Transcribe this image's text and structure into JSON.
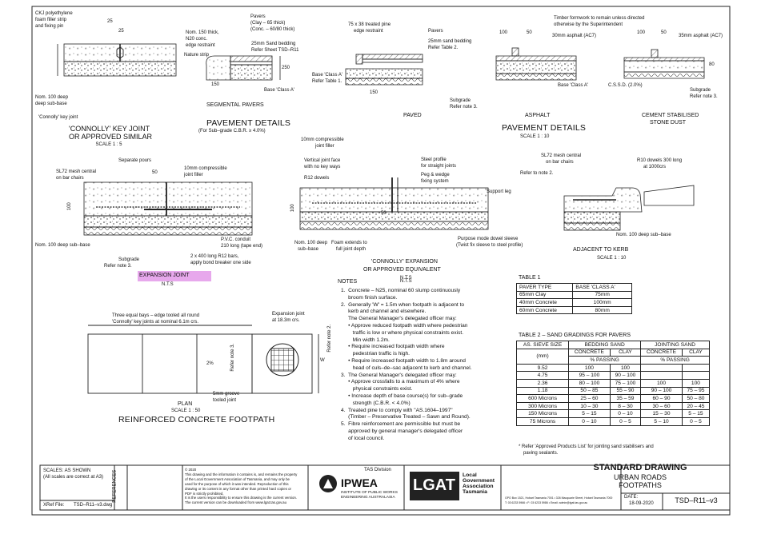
{
  "colors": {
    "line": "#222222",
    "highlight": "#e7a8ec",
    "paper": "#ffffff"
  },
  "connolly_joint": {
    "filler": "CKJ polyethylene",
    "filler2": "foam filler strip",
    "filler3": "and fixing pin",
    "dim25a": "25",
    "dim25b": "25",
    "sub1": "Nom. 100 deep",
    "sub2": "deep sub-base",
    "key": "'Connolly' key joint",
    "title1": "'CONNOLLY' KEY JOINT",
    "title2": "OR APPROVED SIMILAR",
    "scale": "SCALE 1 : 5"
  },
  "segmental": {
    "pavers1": "Pavers",
    "pavers2": "(Clay – 65 thick)",
    "pavers3": "(Conc. – 60/80 thick)",
    "nom150a": "Nom. 150 thick,",
    "nom150b": "N20 conc.",
    "nom150c": "edge restraint",
    "nature": "Nature strip",
    "bed1": "25mm Sand bedding",
    "bed2": "Refer Sheet TSD–R11",
    "d150": "150",
    "d250": "250",
    "base": "Base 'Class A'",
    "title": "SEGMENTAL PAVERS"
  },
  "paved": {
    "restraint1": "75 x 38 treated pine",
    "restraint2": "edge restraint",
    "pavers": "Pavers",
    "bed1": "25mm sand bedding",
    "bed2": "Refer Table 2.",
    "base1": "Base 'Class A'",
    "base2": "Refer Table 1.",
    "d150": "150",
    "sub1": "Subgrade",
    "sub2": "Refer note 3.",
    "title": "PAVED"
  },
  "pavement_details_left": {
    "title": "PAVEMENT DETAILS",
    "sub": "(For Sub–grade C.B.R. ≥ 4.0%)"
  },
  "asphalt": {
    "timber1": "Timber formwork to remain unless directed",
    "timber2": "otherwise by the Superintendent",
    "d100": "100",
    "d50": "50",
    "asph": "30mm asphalt (AC7)",
    "base": "Base 'Class A'",
    "title": "ASPHALT"
  },
  "cement": {
    "d100": "100",
    "d50": "50",
    "asph": "35mm asphalt (AC7)",
    "cssd": "C.S.S.D. (2.0%)",
    "d80": "80",
    "sub1": "Subgrade",
    "sub2": "Refer note 3.",
    "title1": "CEMENT STABILISED",
    "title2": "STONE DUST"
  },
  "pavement_details_right": {
    "title": "PAVEMENT DETAILS",
    "scale": "SCALE 1 : 10"
  },
  "expansion_joint": {
    "pours": "Separate pours",
    "d50": "50",
    "filler1": "10mm compressible",
    "filler2": "joint filler",
    "mesh1": "SL72 mesh central",
    "mesh2": "on bar chairs",
    "d100": "100",
    "sub": "Nom. 100 deep sub–base",
    "pvc1": "P.V.C. conduit",
    "pvc2": "210 long (tape end)",
    "bars1": "2 x 400 long R12 bars,",
    "bars2": "apply bond breaker one side",
    "subg1": "Subgrade",
    "subg2": "Refer note 3.",
    "title": "EXPANSION JOINT",
    "scale": "N.T.S"
  },
  "connolly_expansion": {
    "filler1": "10mm compressible",
    "filler2": "joint filler",
    "vert1": "Vertical joint face",
    "vert2": "with no key ways",
    "dowels": "R12 dowels",
    "steel1": "Steel profile",
    "steel2": "for straight joints",
    "peg1": "Peg & wedge",
    "peg2": "fixing system",
    "leg": "Support leg",
    "d100": "100",
    "d50": "50",
    "sub1": "Nom. 100 deep",
    "sub2": "sub–base",
    "foam1": "Foam extends to",
    "foam2": "full joint depth",
    "sleeve1": "Purpose mode dowel sleeve",
    "sleeve2": "(Twist fix sleeve to steel profile)",
    "title1": "'CONNOLLY' EXPANSION",
    "title2": "OR APPROVED EQUIVALENT",
    "scale": "N.T.S"
  },
  "kerb": {
    "mesh1": "SL72 mesh central",
    "mesh2": "on bar chairs",
    "dowels1": "R10 dowels 300 long",
    "dowels2": "at 1000crs",
    "note2": "Refer to note 2.",
    "sub": "Nom. 100 deep sub–base",
    "title": "ADJACENT TO KERB",
    "scale": "SCALE 1 : 10"
  },
  "plan": {
    "bays1": "Three equal bays – edge tooled all round",
    "bays2": "'Connolly' key joints at nominal 6.1m crs.",
    "exp1": "Expansion joint",
    "exp2": "at 18.3m crs.",
    "note3": "Refer note 3.",
    "two": "2%",
    "w": "W",
    "note2": "Refer note 2.",
    "groove1": "5mm groove",
    "groove2": "tooled joint",
    "title1": "PLAN",
    "scale": "SCALE 1 : 50",
    "title2": "REINFORCED CONCRETE FOOTPATH"
  },
  "notes": {
    "heading": "NOTES",
    "scale": "N.T.S",
    "lines": [
      "1.  Concrete – N25, nominal 60 slump continuously",
      "     broom finish surface.",
      "2.  Generally 'W' = 1.5m when footpath is adjacent to",
      "     kerb and channel and elsewhere.",
      "     The General Manager's delegated officer may:",
      "     • Approve reduced footpath width where pedestrian",
      "        traffic is low or where physical constraints exist.",
      "        Min width 1.2m.",
      "     • Require increased footpath width where",
      "        pedestrian traffic is high.",
      "     • Require increased footpath width to 1.8m around",
      "        head of culs–de–sac adjacent to kerb and channel.",
      "3.  The General Manager's delegated officer may:",
      "     • Approve crossfalls to a maximum of 4% where",
      "        physical constraints exist.",
      "     • Increase depth of base course(s) for sub–grade",
      "        strength (C.B.R. < 4.0%)",
      "4.  Treated pine to comply with \"AS.1604–1997\"",
      "     (Timber – Preservative Treated – Sawn and Round).",
      "5.  Fibre reinforcement are permissible but must be",
      "     approved by general manager's delegated officer",
      "     of local council."
    ]
  },
  "table1": {
    "title": "TABLE 1",
    "head": [
      "PAVER TYPE",
      "BASE 'CLASS A'"
    ],
    "rows": [
      [
        "65mm Clay",
        "75mm"
      ],
      [
        "40mm Concrete",
        "100mm"
      ],
      [
        "60mm Concrete",
        "80mm"
      ]
    ]
  },
  "table2": {
    "title": "TABLE 2 – SAND GRADINGS FOR PAVERS",
    "h_sieve": "AS. SIEVE SIZE",
    "h_mm": "(mm)",
    "h_bedding": "BEDDING SAND",
    "h_jointing": "JOINTING SAND",
    "h_conc": "CONCRETE",
    "h_clay": "CLAY",
    "h_conc2": "CONCRETE",
    "h_clay2": "CLAY",
    "h_pass": "% PASSING",
    "h_pass2": "% PASSING",
    "rows": [
      [
        "9.52",
        "100",
        "100",
        "",
        ""
      ],
      [
        "4.75",
        "95 – 100",
        "90 – 100",
        "",
        ""
      ],
      [
        "2.36",
        "80 – 100",
        "75 – 100",
        "100",
        "100"
      ],
      [
        "1.18",
        "50 – 85",
        "55 – 90",
        "90 – 100",
        "75 – 95"
      ],
      [
        "600 Microns",
        "25 – 60",
        "35 – 59",
        "60 – 90",
        "50 – 80"
      ],
      [
        "300 Microns",
        "10 – 30",
        "8 – 30",
        "30 – 60",
        "20 – 45"
      ],
      [
        "150 Microns",
        "5 – 15",
        "0 – 10",
        "15 – 30",
        "5 – 15"
      ],
      [
        "75 Microns",
        "0 – 10",
        "0 – 5",
        "5 – 10",
        "0 – 5"
      ]
    ],
    "foot1": "* Refer 'Approved Products List' for jointing sand stabilisers and",
    "foot2": "paving sealants."
  },
  "title_block": {
    "scales1": "SCALES: AS SHOWN",
    "scales2": "(All scales are correct at A3)",
    "xref_label": "XRef File:",
    "xref": "TSD–R11–v3.dwg",
    "references": "REFERENCES",
    "copyright": [
      "© 2020",
      "This drawing and the information it contains is, and remains the property",
      "of the Local Government Association of Tasmania, and may only be",
      "used for the purpose of which it was intended. Reproduction of this",
      "drawing or its content in any format other than printed hard copies or",
      "PDF is strictly prohibited.",
      "It is the users responsibility to ensure this drawing is the current version.",
      "The current version can be downloaded from www.lgat.tas.gov.au"
    ],
    "tas": "TAS Division",
    "ipwea": "IPWEA",
    "ipwea1": "INSTITUTE OF PUBLIC WORKS",
    "ipwea2": "ENGINEERING AUSTRALASIA",
    "lgat": "LGAT",
    "lgat1": "Local",
    "lgat2": "Government",
    "lgat3": "Association",
    "lgat4": "Tasmania",
    "addr1": "GPO Box 1521, Hobart Tasmania 7001 • 326 Macquarie Street, Hobart Tasmania 7000",
    "addr2": "T: 03 6233 5966 • F: 03 6233 5986 • Email: admin@lgat.tas.gov.au",
    "std": "STANDARD DRAWING",
    "t1": "URBAN ROADS",
    "t2": "FOOTPATHS",
    "date_label": "DATE:",
    "date": "18-09-2020",
    "drawing_no": "TSD–R11–v3"
  }
}
